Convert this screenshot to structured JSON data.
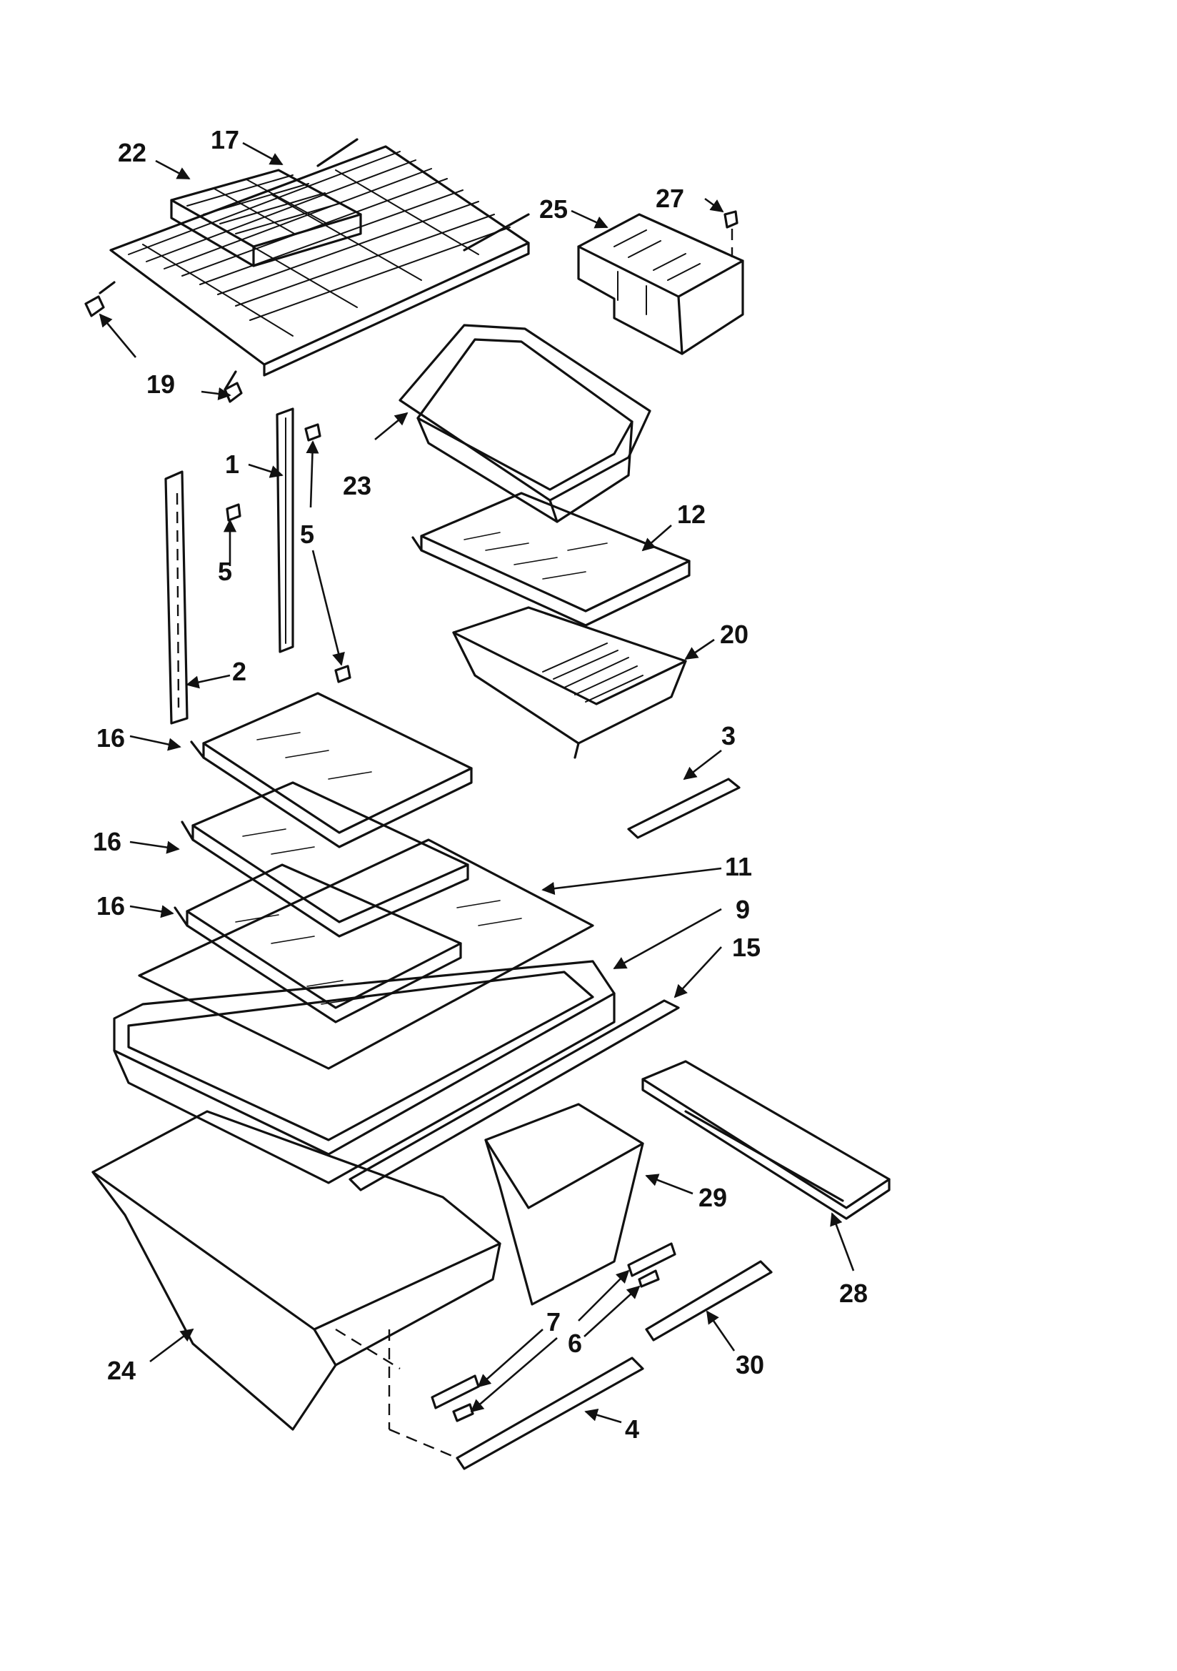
{
  "diagram": {
    "callouts": [
      "1",
      "2",
      "3",
      "4",
      "5",
      "5",
      "6",
      "7",
      "9",
      "11",
      "12",
      "15",
      "16",
      "16",
      "16",
      "17",
      "19",
      "20",
      "22",
      "23",
      "24",
      "25",
      "27",
      "28",
      "29",
      "30"
    ]
  }
}
